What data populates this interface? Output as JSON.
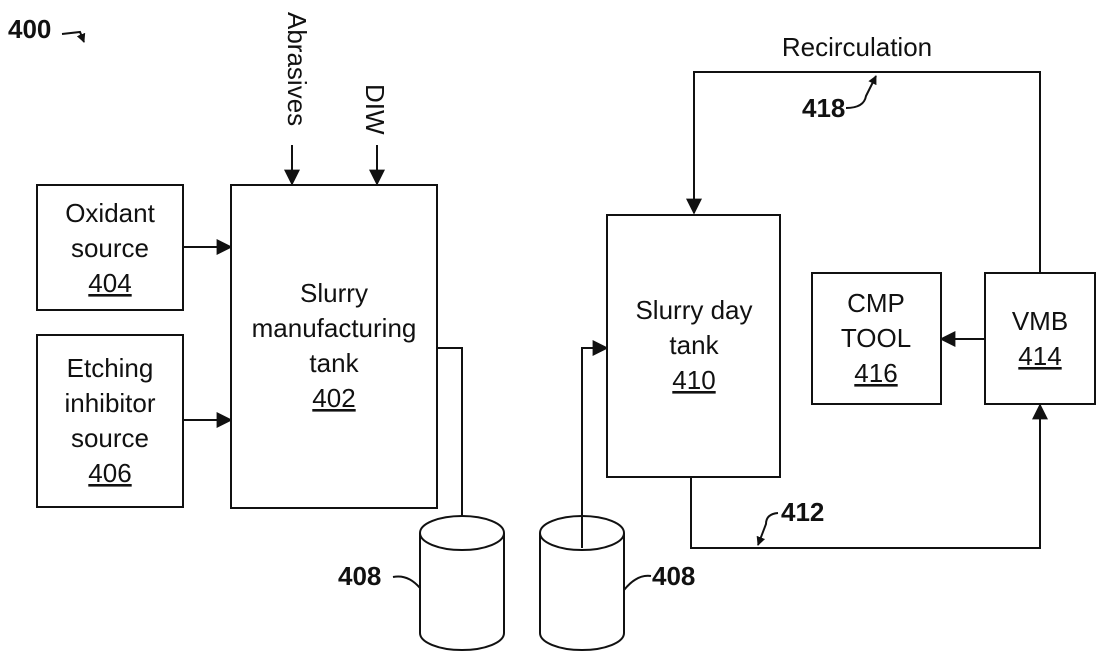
{
  "figure_number": "400",
  "inputs": {
    "abrasives": "Abrasives",
    "diw": "DIW"
  },
  "oxidant_source": {
    "line1": "Oxidant",
    "line2": "source",
    "ref": "404"
  },
  "etching_inhibitor_source": {
    "line1": "Etching",
    "line2": "inhibitor",
    "line3": "source",
    "ref": "406"
  },
  "slurry_manufacturing_tank": {
    "line1": "Slurry",
    "line2": "manufacturing",
    "line3": "tank",
    "ref": "402"
  },
  "slurry_day_tank": {
    "line1": "Slurry day",
    "line2": "tank",
    "ref": "410"
  },
  "cmp_tool": {
    "line1": "CMP",
    "line2": "TOOL",
    "ref": "416"
  },
  "vmb": {
    "line1": "VMB",
    "ref": "414"
  },
  "recirculation": {
    "label": "Recirculation",
    "ref": "418"
  },
  "supply_line_ref": "412",
  "drum_left_ref": "408",
  "drum_right_ref": "408"
}
